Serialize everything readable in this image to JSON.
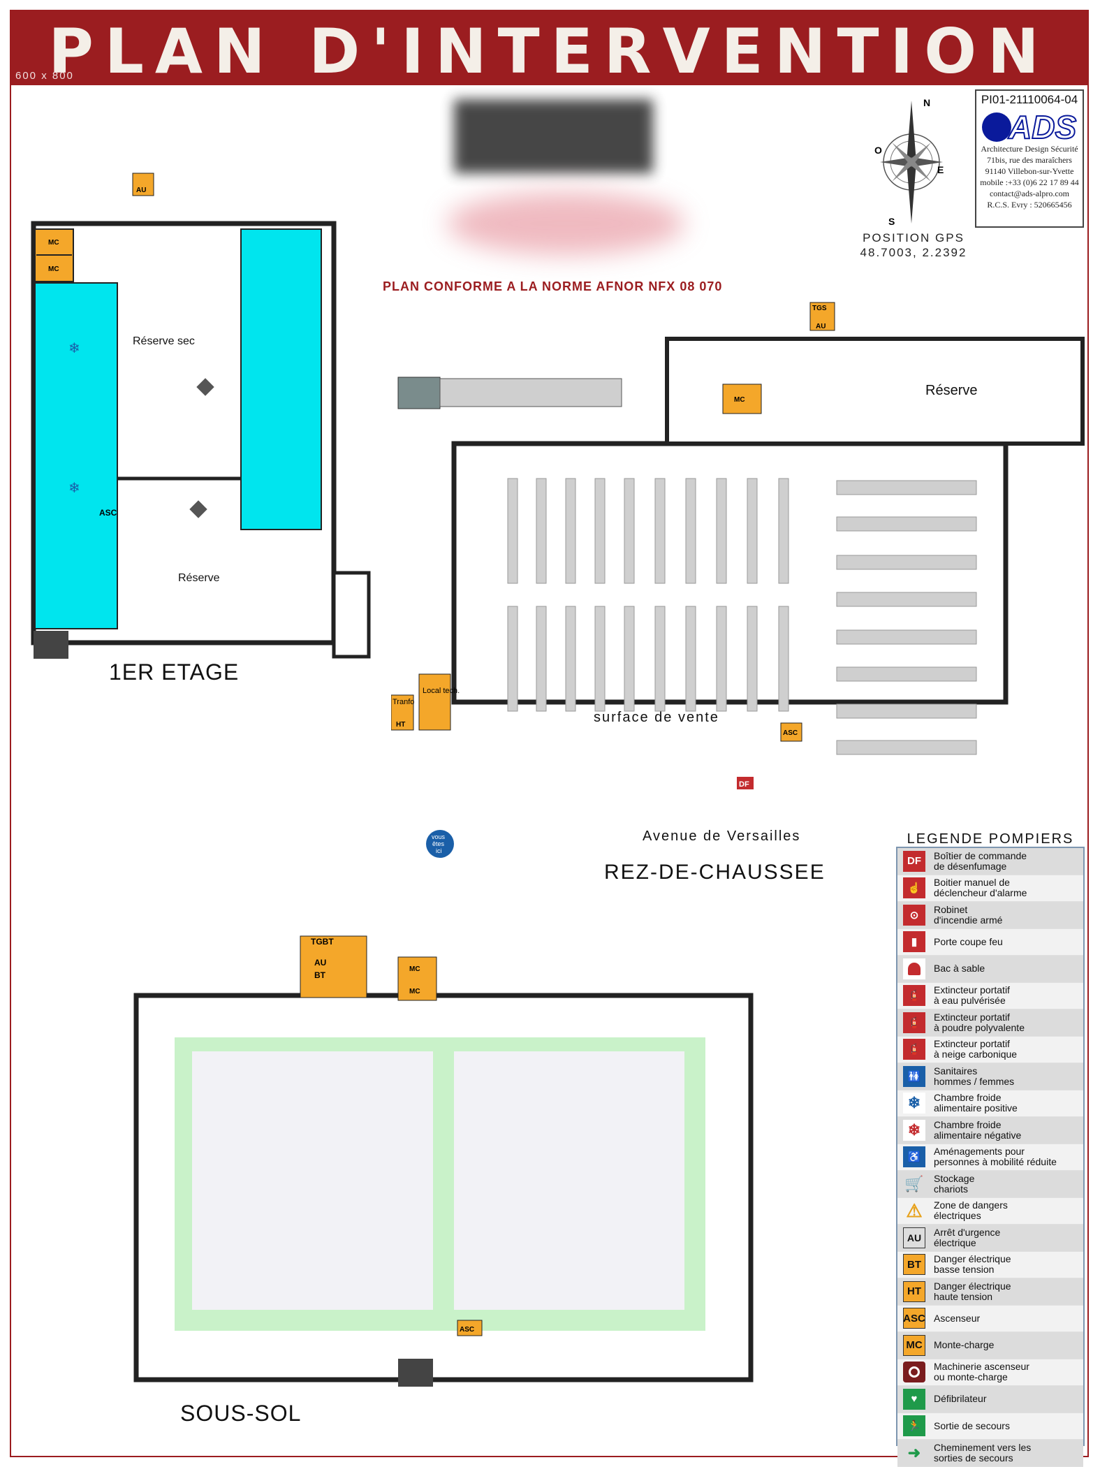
{
  "header": {
    "title": "PLAN D'INTERVENTION",
    "size_note": "600 x 800"
  },
  "norm_note": "PLAN CONFORME A LA NORME AFNOR NFX 08 070",
  "company": {
    "reference": "PI01-21110064-04",
    "logo_text": "ADS",
    "lines": [
      "Architecture Design Sécurité",
      "71bis, rue des maraîchers",
      "91140 Villebon-sur-Yvette",
      "mobile :+33 (0)6 22 17 89 44",
      "contact@ads-alpro.com",
      "R.C.S. Evry : 520665456"
    ]
  },
  "compass": {
    "n": "N",
    "s": "S",
    "e": "E",
    "o": "O"
  },
  "gps": {
    "label": "POSITION GPS",
    "value": "48.7003, 2.2392"
  },
  "floors": {
    "first": {
      "label": "1ER ETAGE",
      "rooms": [
        "Réserve sec",
        "Réserve"
      ],
      "badges": {
        "au": "AU",
        "mc": "MC",
        "asc": "ASC"
      }
    },
    "ground": {
      "label": "REZ-DE-CHAUSSEE",
      "rooms": [
        "Réserve",
        "surface de vente"
      ],
      "street": "Avenue de Versailles",
      "badges": {
        "tgs": "TGS",
        "au": "AU",
        "mc": "MC",
        "tranfo": "Tranfo",
        "ht": "HT",
        "local_tech": "Local\ntech.",
        "asc": "ASC",
        "df": "DF"
      },
      "you_are_here": [
        "vous",
        "êtes",
        "ici"
      ]
    },
    "basement": {
      "label": "SOUS-SOL",
      "badges": {
        "tgbt": "TGBT",
        "au": "AU",
        "bt": "BT",
        "mc": "MC",
        "asc": "ASC"
      }
    }
  },
  "legend": {
    "title": "LEGENDE POMPIERS",
    "items": [
      {
        "icon": "df-icon",
        "glyph": "DF",
        "style": "ic-red",
        "label": "Boîtier de commande\nde désenfumage"
      },
      {
        "icon": "alarm-trigger-icon",
        "glyph": "☝",
        "style": "ic-red",
        "label": "Boitier manuel de\ndéclencheur d'alarme"
      },
      {
        "icon": "fire-hose-icon",
        "glyph": "⊙",
        "style": "ic-red",
        "label": "Robinet\nd'incendie armé"
      },
      {
        "icon": "fire-door-icon",
        "glyph": "▮",
        "style": "ic-red",
        "label": "Porte coupe feu"
      },
      {
        "icon": "sand-bin-icon",
        "glyph": "",
        "style": "ic-sand",
        "label": "Bac à sable"
      },
      {
        "icon": "extinguisher-water-icon",
        "glyph": "🧯",
        "style": "ic-red",
        "label": "Extincteur portatif\nà eau pulvérisée"
      },
      {
        "icon": "extinguisher-powder-icon",
        "glyph": "🧯",
        "style": "ic-red",
        "label": "Extincteur portatif\nà poudre polyvalente"
      },
      {
        "icon": "extinguisher-co2-icon",
        "glyph": "🧯",
        "style": "ic-red",
        "label": "Extincteur portatif\nà neige carbonique"
      },
      {
        "icon": "toilets-icon",
        "glyph": "🚻",
        "style": "ic-blue",
        "label": "Sanitaires\nhommes / femmes"
      },
      {
        "icon": "cold-room-positive-icon",
        "glyph": "❄",
        "style": "ic-snow",
        "label": "Chambre froide\nalimentaire positive"
      },
      {
        "icon": "cold-room-negative-icon",
        "glyph": "❄",
        "style": "ic-snow-neg",
        "label": "Chambre froide\nalimentaire négative"
      },
      {
        "icon": "accessibility-icon",
        "glyph": "♿",
        "style": "ic-blue",
        "label": "Aménagements pour\npersonnes à mobilité réduite"
      },
      {
        "icon": "cart-storage-icon",
        "glyph": "🛒",
        "style": "ic-plain",
        "label": "Stockage\nchariots"
      },
      {
        "icon": "electric-danger-icon",
        "glyph": "⚠",
        "style": "ic-warn",
        "label": "Zone de dangers\nélectriques"
      },
      {
        "icon": "emergency-stop-icon",
        "glyph": "AU",
        "style": "ic-box",
        "label": "Arrêt d'urgence\nélectrique"
      },
      {
        "icon": "low-voltage-icon",
        "glyph": "BT",
        "style": "ic-orange",
        "label": "Danger électrique\nbasse tension"
      },
      {
        "icon": "high-voltage-icon",
        "glyph": "HT",
        "style": "ic-orange",
        "label": "Danger électrique\nhaute tension"
      },
      {
        "icon": "elevator-icon",
        "glyph": "ASC",
        "style": "ic-orange",
        "label": "Ascenseur"
      },
      {
        "icon": "freight-lift-icon",
        "glyph": "MC",
        "style": "ic-orange",
        "label": "Monte-charge"
      },
      {
        "icon": "lift-machinery-icon",
        "glyph": "",
        "style": "ic-machine",
        "label": "Machinerie ascenseur\nou monte-charge"
      },
      {
        "icon": "defibrillator-icon",
        "glyph": "♥",
        "style": "ic-green",
        "label": "Défibrilateur"
      },
      {
        "icon": "emergency-exit-icon",
        "glyph": "🏃",
        "style": "ic-green",
        "label": "Sortie de secours"
      },
      {
        "icon": "evacuation-path-icon",
        "glyph": "➜",
        "style": "ic-plain",
        "label": "Cheminement vers les\nsorties de secours"
      }
    ]
  },
  "colors": {
    "banner": "#9b1d20",
    "cold_room": "#00e5ee",
    "evacuation_path": "#c9f2c9",
    "exit_green": "#1f9a4a",
    "fire_red": "#c32b2e",
    "technical_orange": "#f4a72a",
    "wall": "#222222"
  }
}
